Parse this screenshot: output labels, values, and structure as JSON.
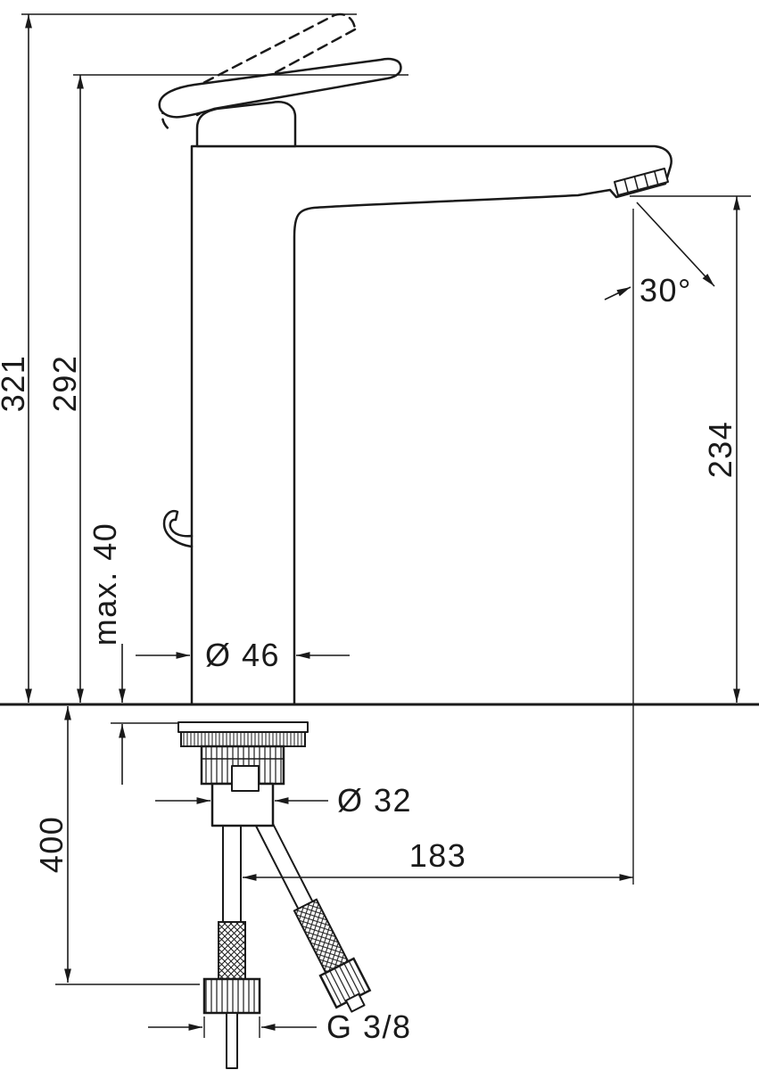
{
  "drawing": {
    "type": "technical-dimension-drawing",
    "subject": "single-lever-basin-mixer-tall-spout",
    "colors": {
      "line": "#1a1a1a",
      "background": "#ffffff"
    },
    "labels": {
      "total_height": "321",
      "height_to_handle": "292",
      "spout_height": "234",
      "max_deck_thickness": "max. 40",
      "body_diameter": "Ø 46",
      "hole_diameter": "Ø 32",
      "hose_length": "400",
      "spout_reach": "183",
      "hose_thread": "G 3/8",
      "jet_angle": "30°"
    }
  }
}
